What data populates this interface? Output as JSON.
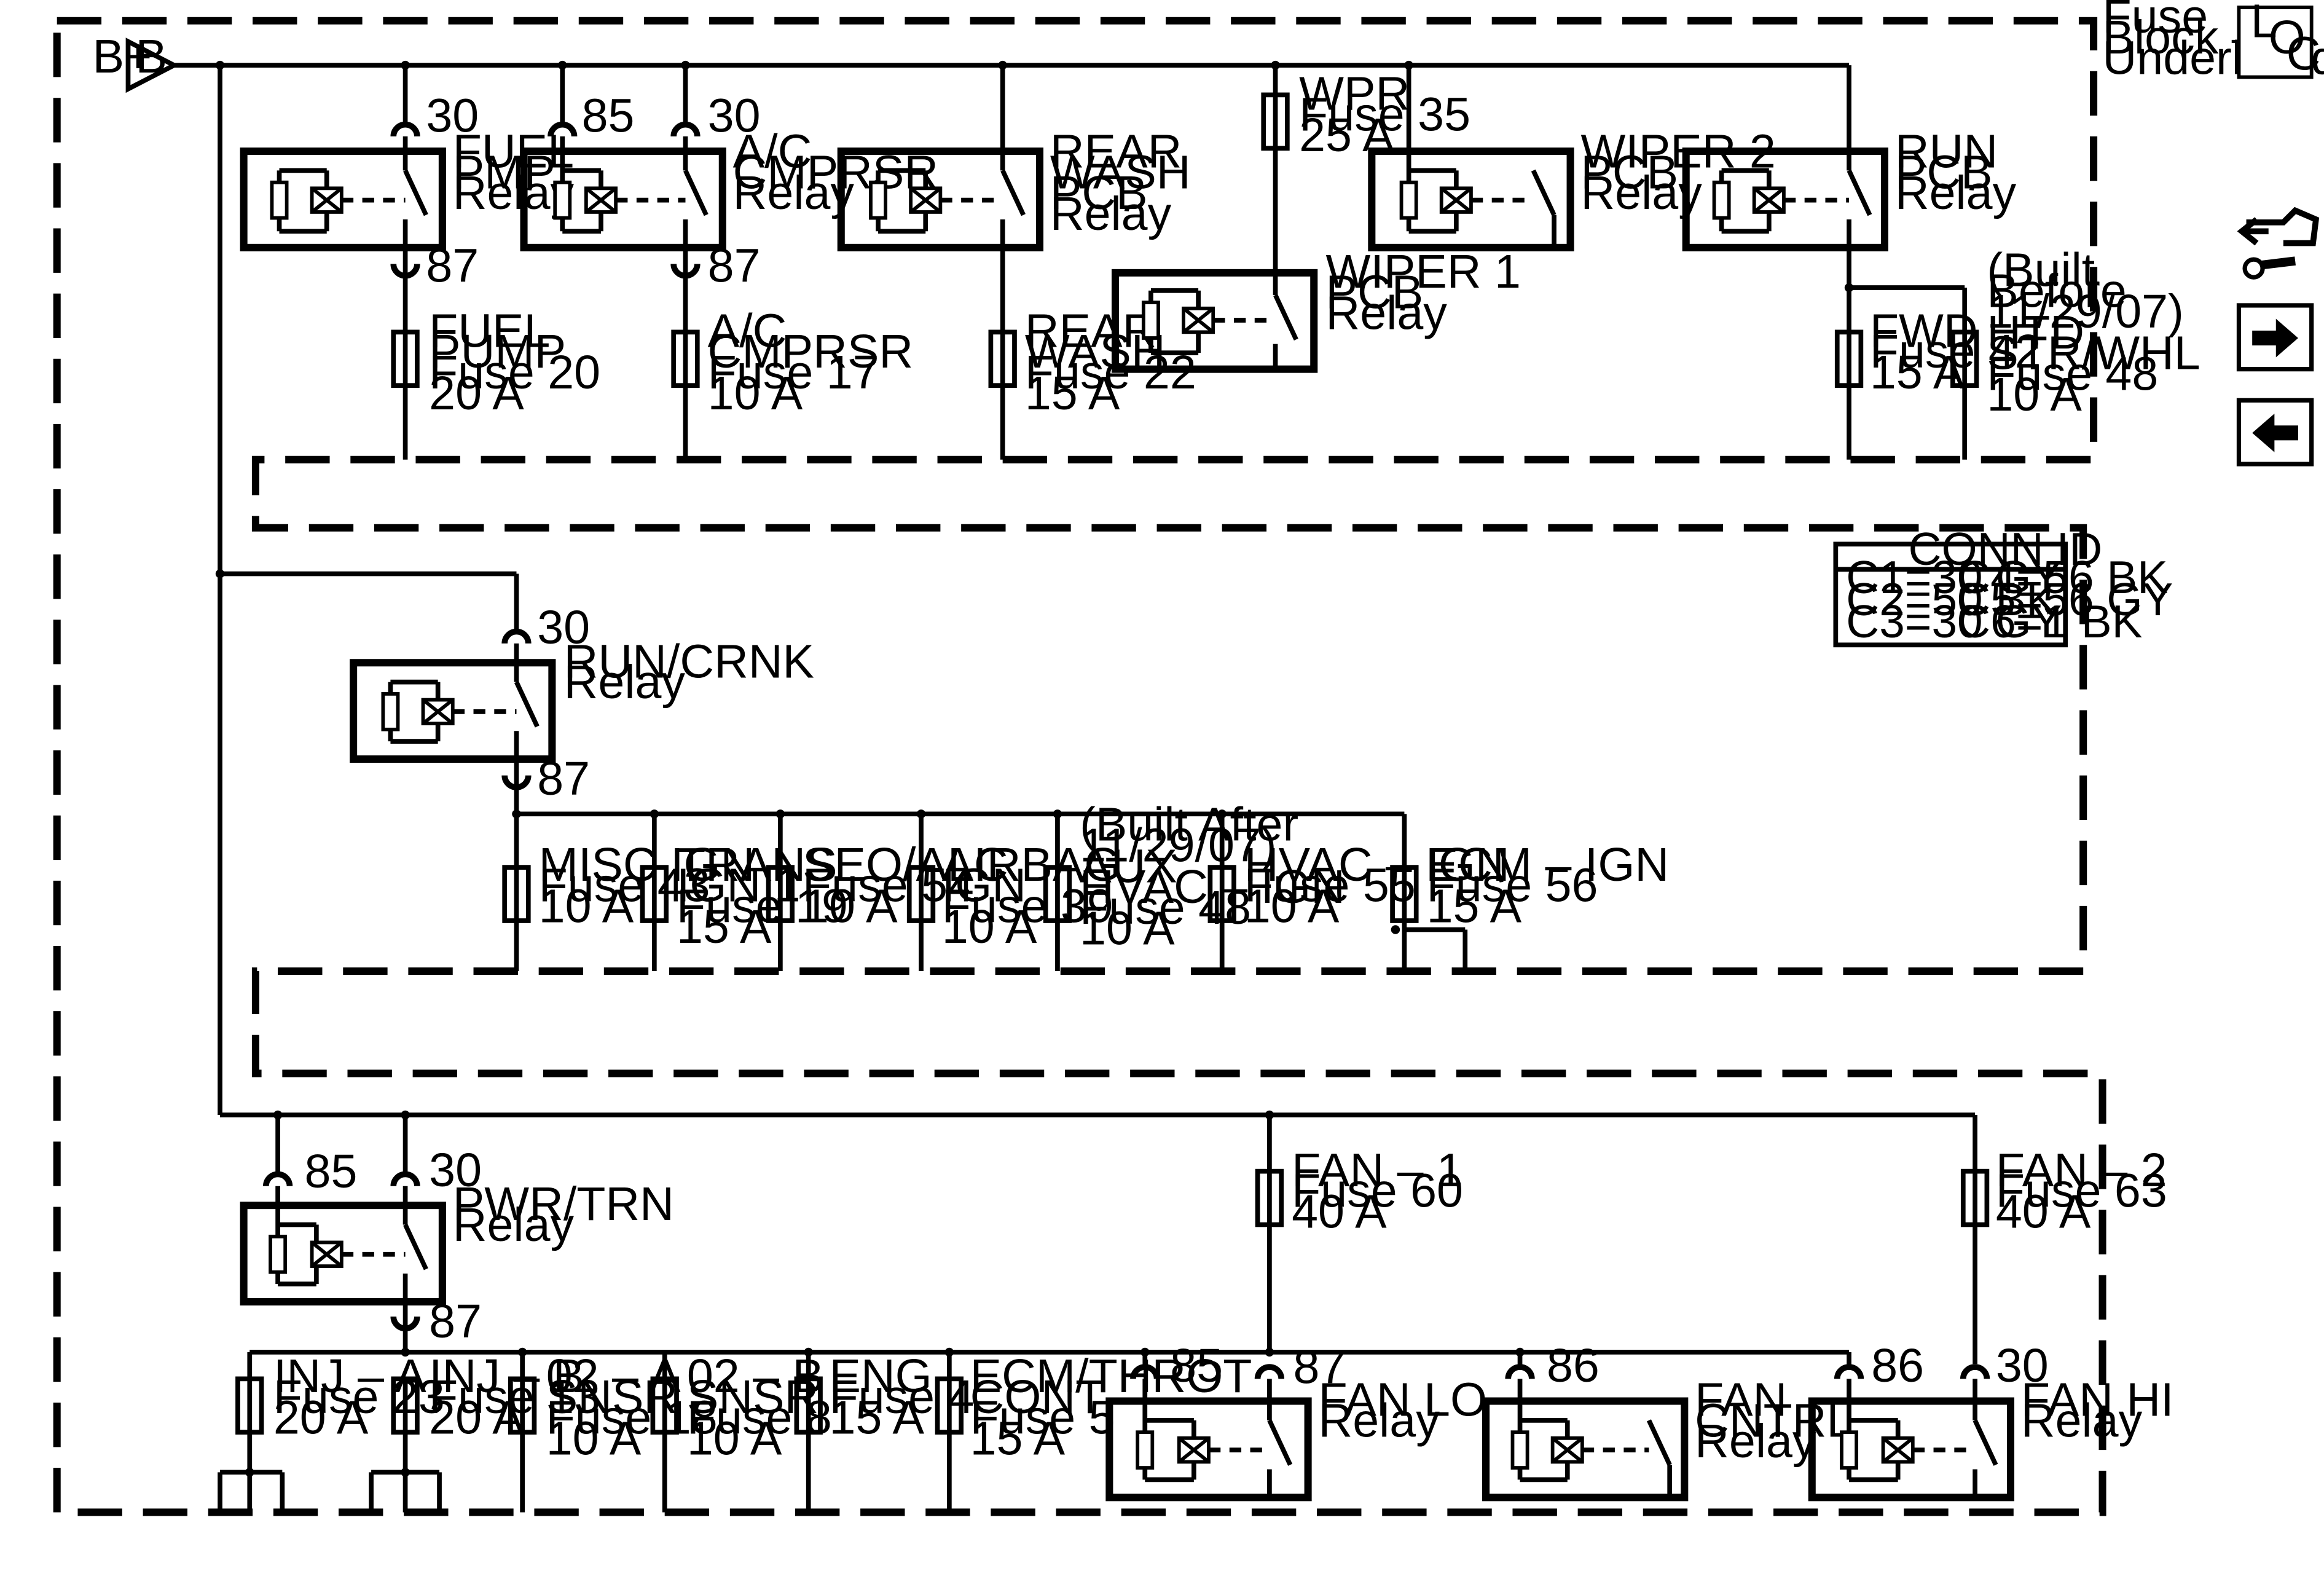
{
  "battery": {
    "plus": "B+",
    "letter": "B"
  },
  "fuse_block": [
    "Fuse",
    "Block –",
    "Underhood"
  ],
  "loc_icon": {
    "letters": [
      "L",
      "O",
      "C"
    ]
  },
  "nav_icons": [
    "connector-tool-icon",
    "forward-arrow-icon",
    "back-arrow-icon"
  ],
  "conn_id": {
    "title": "CONN ID",
    "rows": [
      [
        "C1=30 GY",
        "C4=56 BK"
      ],
      [
        "C2=50 BK",
        "C5=56 GY"
      ],
      [
        "C3=30 GY",
        "C6=1 BK"
      ]
    ]
  },
  "relays": {
    "fuel_pmp": {
      "lines": [
        "FUEL",
        "PMP",
        "Relay"
      ],
      "pins": [
        "30",
        "87"
      ]
    },
    "ac_cmprsr": {
      "lines": [
        "A/C",
        "CMPRSR",
        "Relay"
      ],
      "pins": [
        "85",
        "30",
        "87"
      ]
    },
    "rear_wash": {
      "lines": [
        "REAR",
        "WASH",
        "PCB",
        "Relay"
      ]
    },
    "wiper2": {
      "lines": [
        "WIPER 2",
        "PCB",
        "Relay"
      ]
    },
    "run_pcb": {
      "lines": [
        "RUN",
        "PCB",
        "Relay"
      ]
    },
    "wiper1": {
      "lines": [
        "WIPER 1",
        "PCB",
        "Relay"
      ]
    },
    "run_crnk": {
      "lines": [
        "RUN/CRNK",
        "Relay"
      ],
      "pins": [
        "30",
        "87"
      ]
    },
    "pwr_trn": {
      "lines": [
        "PWR/TRN",
        "Relay"
      ],
      "pins": [
        "85",
        "30",
        "87"
      ]
    },
    "fan_lo": {
      "lines": [
        "FAN LO",
        "Relay"
      ],
      "pins": [
        "85",
        "87"
      ]
    },
    "fan_cntrl": {
      "lines": [
        "FAN",
        "CNTRL",
        "Relay"
      ],
      "pins": [
        "86"
      ]
    },
    "fan_hi": {
      "lines": [
        "FAN HI",
        "Relay"
      ],
      "pins": [
        "86",
        "30"
      ]
    }
  },
  "fuses": {
    "wpr": [
      "WPR",
      "Fuse 35",
      "25 A"
    ],
    "fuel_pump": [
      "FUEL",
      "PUMP",
      "Fuse 20",
      "20 A"
    ],
    "ac_cmprsr": [
      "A/C",
      "CMPRSR",
      "Fuse 17",
      "10 A"
    ],
    "rear_wash": [
      "REAR",
      "WASH",
      "Fuse 22",
      "15 A"
    ],
    "fwd": [
      "FWD",
      "Fuse 42",
      "15 A"
    ],
    "htd_str": [
      "(Built",
      "Before",
      "11/29/07)",
      "HTD",
      "STR/WHL",
      "Fuse 48",
      "10 A"
    ],
    "misc_ign": [
      "MISC IGN",
      "Fuse 43",
      "10 A"
    ],
    "trans_ign": [
      "TRANS",
      "IGN 1",
      "Fuse 19",
      "15 A"
    ],
    "seo_alc": [
      "SEO/ALC",
      "Fuse 54",
      "10 A"
    ],
    "airbag": [
      "AIRBAG",
      "IGN",
      "Fuse 39",
      "10 A"
    ],
    "aux_hvac": [
      "(Built After",
      "11/29/07)",
      "AUX",
      "HVAC – IGN",
      "Fuse 48",
      "10 A"
    ],
    "hvac_ign": [
      "HVAC – IGN",
      "Fuse 55",
      "10 A"
    ],
    "ecm_ign": [
      "ECM – IGN",
      "Fuse 56",
      "15 A"
    ],
    "fan1": [
      "FAN – 1",
      "Fuse 60",
      "40 A"
    ],
    "fan2": [
      "FAN – 2",
      "Fuse 63",
      "40 A"
    ],
    "inj_a": [
      "INJ – A",
      "Fuse 23",
      "20 A"
    ],
    "inj_b": [
      "INJ – B",
      "Fuse 13",
      "20 A"
    ],
    "o2a": [
      "02 – A",
      "SNSR",
      "Fuse 18",
      "10 A"
    ],
    "o2b": [
      "02 – B",
      "SNSR",
      "Fuse 8",
      "10 A"
    ],
    "eng": [
      "ENG",
      "Fuse 4",
      "15 A"
    ],
    "ecm_throt": [
      "ECM/THROT",
      "CONT",
      "Fuse 5",
      "15 A"
    ]
  }
}
